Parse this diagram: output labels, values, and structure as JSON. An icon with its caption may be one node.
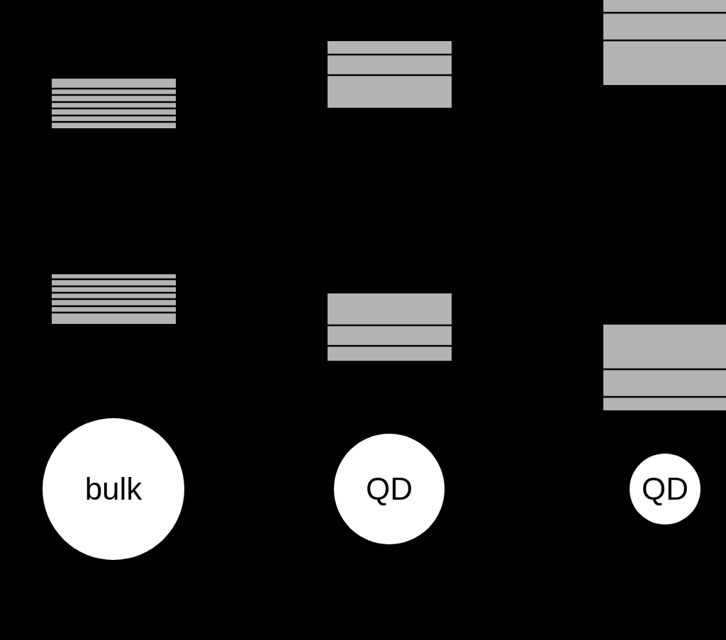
{
  "diagram": {
    "nodes": [
      {
        "text": [
          "bulk"
        ]
      },
      {
        "text": [
          "QD"
        ]
      },
      {
        "text": [
          "QD"
        ]
      }
    ]
  }
}
